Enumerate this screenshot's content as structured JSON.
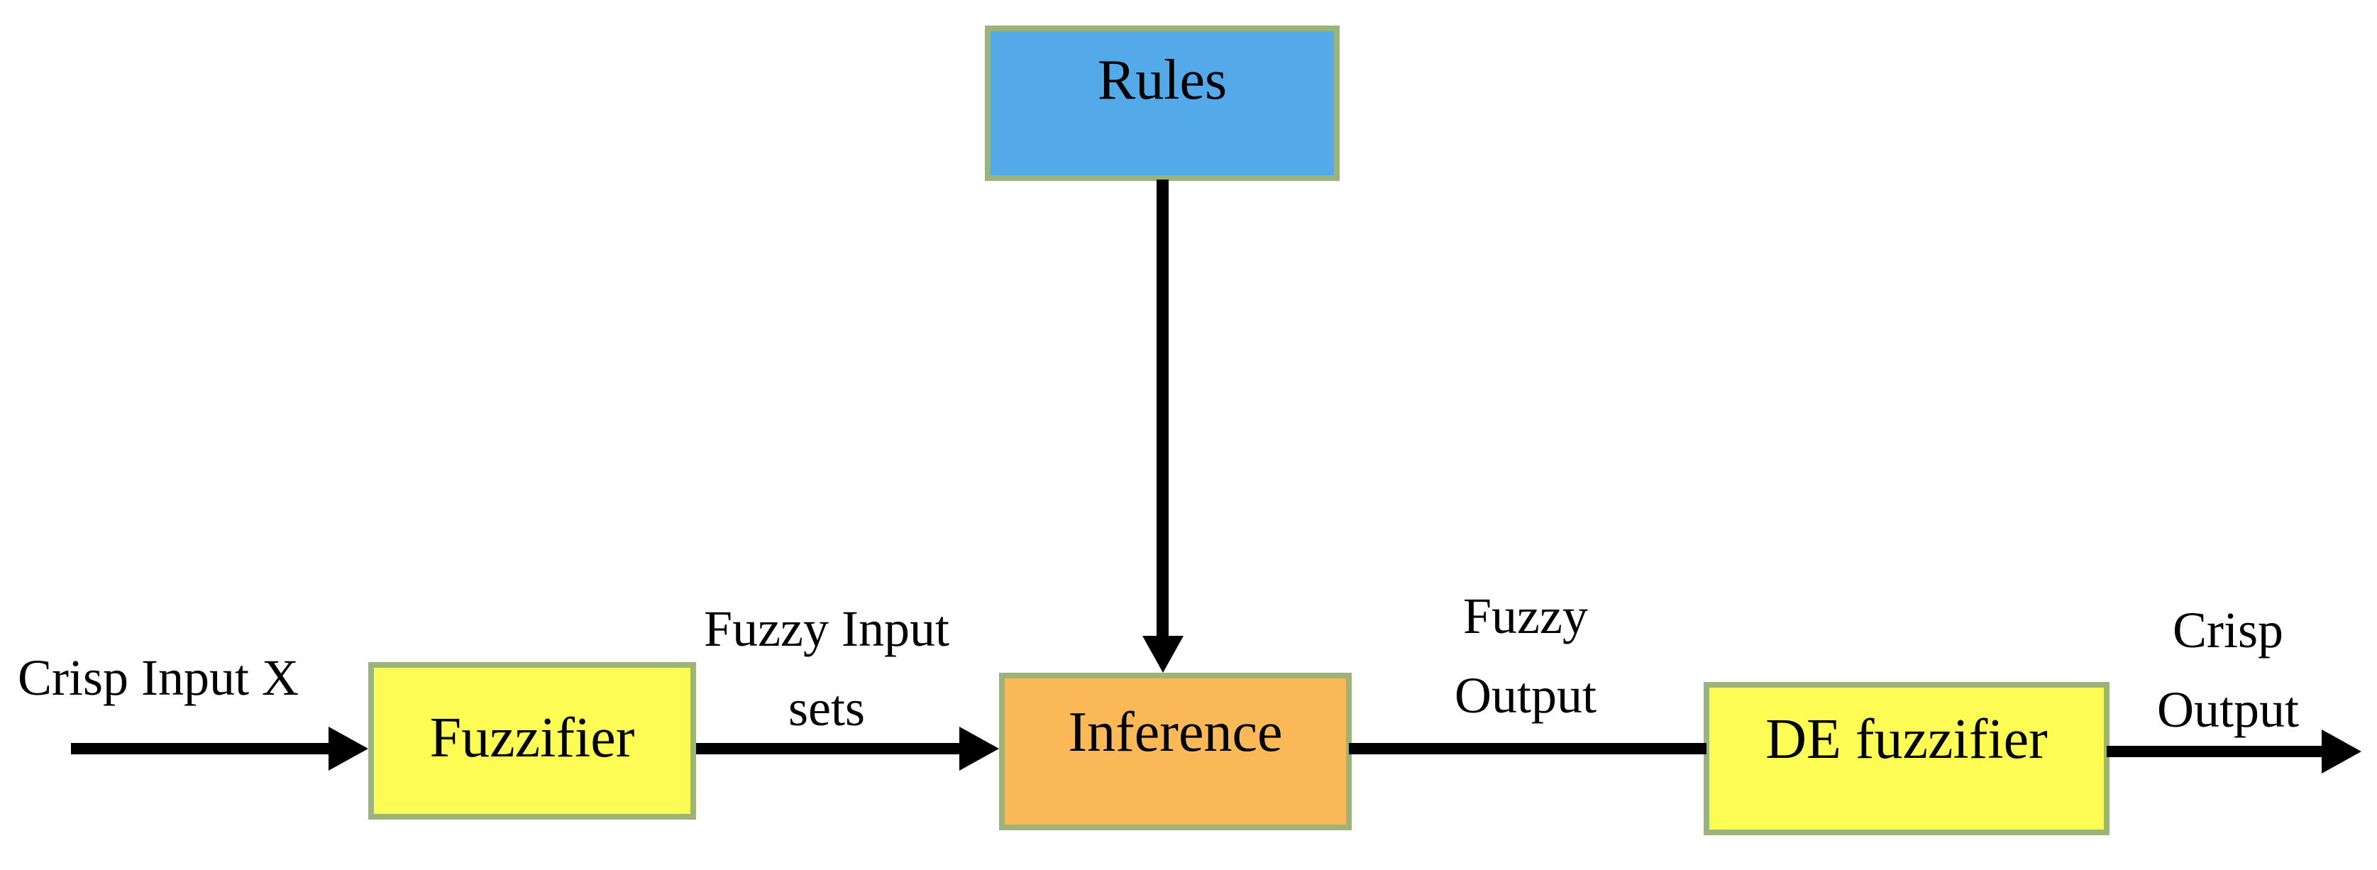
{
  "diagram": {
    "nodes": {
      "rules": {
        "label": "Rules"
      },
      "fuzzifier": {
        "label": "Fuzzifier"
      },
      "inference": {
        "label": "Inference"
      },
      "defuzzifier": {
        "label": "DE fuzzifier"
      }
    },
    "labels": {
      "crisp_input": {
        "text": "Crisp Input X"
      },
      "fuzzy_input_sets": {
        "lines": [
          "Fuzzy Input",
          "sets"
        ]
      },
      "fuzzy_output": {
        "lines": [
          "Fuzzy",
          "Output"
        ]
      },
      "crisp_output": {
        "lines": [
          "Crisp",
          "Output"
        ]
      }
    },
    "connections": [
      {
        "from": "crisp-input",
        "to": "fuzzifier",
        "arrowhead": true
      },
      {
        "from": "fuzzifier",
        "to": "inference",
        "arrowhead": true
      },
      {
        "from": "rules",
        "to": "inference",
        "arrowhead": true
      },
      {
        "from": "inference",
        "to": "defuzzifier",
        "arrowhead": false
      },
      {
        "from": "defuzzifier",
        "to": "crisp-output",
        "arrowhead": true
      }
    ]
  },
  "colors": {
    "rules_fill": "#54AAE8",
    "yellow_fill": "#FCFC54",
    "inference_fill": "#FBB857",
    "box_border": "#9BB479",
    "arrow_color": "#000000"
  }
}
